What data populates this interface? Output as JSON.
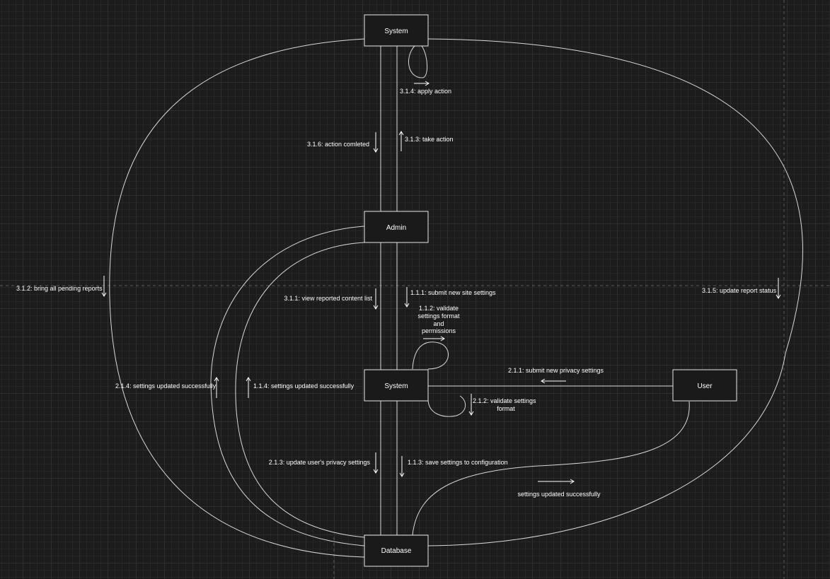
{
  "nodes": {
    "system_top": "System",
    "admin": "Admin",
    "system_mid": "System",
    "user": "User",
    "database": "Database"
  },
  "messages": {
    "m_314": "3.1.4: apply action",
    "m_316": "3.1.6: action comleted",
    "m_313": "3.1.3: take action",
    "m_312": "3.1.2: bring all pending reports",
    "m_311": "3.1.1: view reported content list",
    "m_111": "1.1.1: submit new site settings",
    "m_112_a": "1.1.2: validate",
    "m_112_b": "settings format",
    "m_112_c": "and",
    "m_112_d": "permissions",
    "m_315": "3.1.5: update report status",
    "m_211": "2.1.1: submit new privacy settings",
    "m_214": "2.1.4: settings updated successfully",
    "m_114": "1.1.4: settings updated successfully",
    "m_212_a": "2.1.2: validate settings",
    "m_212_b": "format",
    "m_213": "2.1.3: update user's privacy settings",
    "m_113": "1.1.3: save settings to configuration",
    "m_user_ok": "settings updated successfully"
  },
  "colors": {
    "background": "#1c1c1c",
    "grid": "#2e2e2e",
    "line": "#d8d8d8",
    "text": "#ffffff"
  }
}
